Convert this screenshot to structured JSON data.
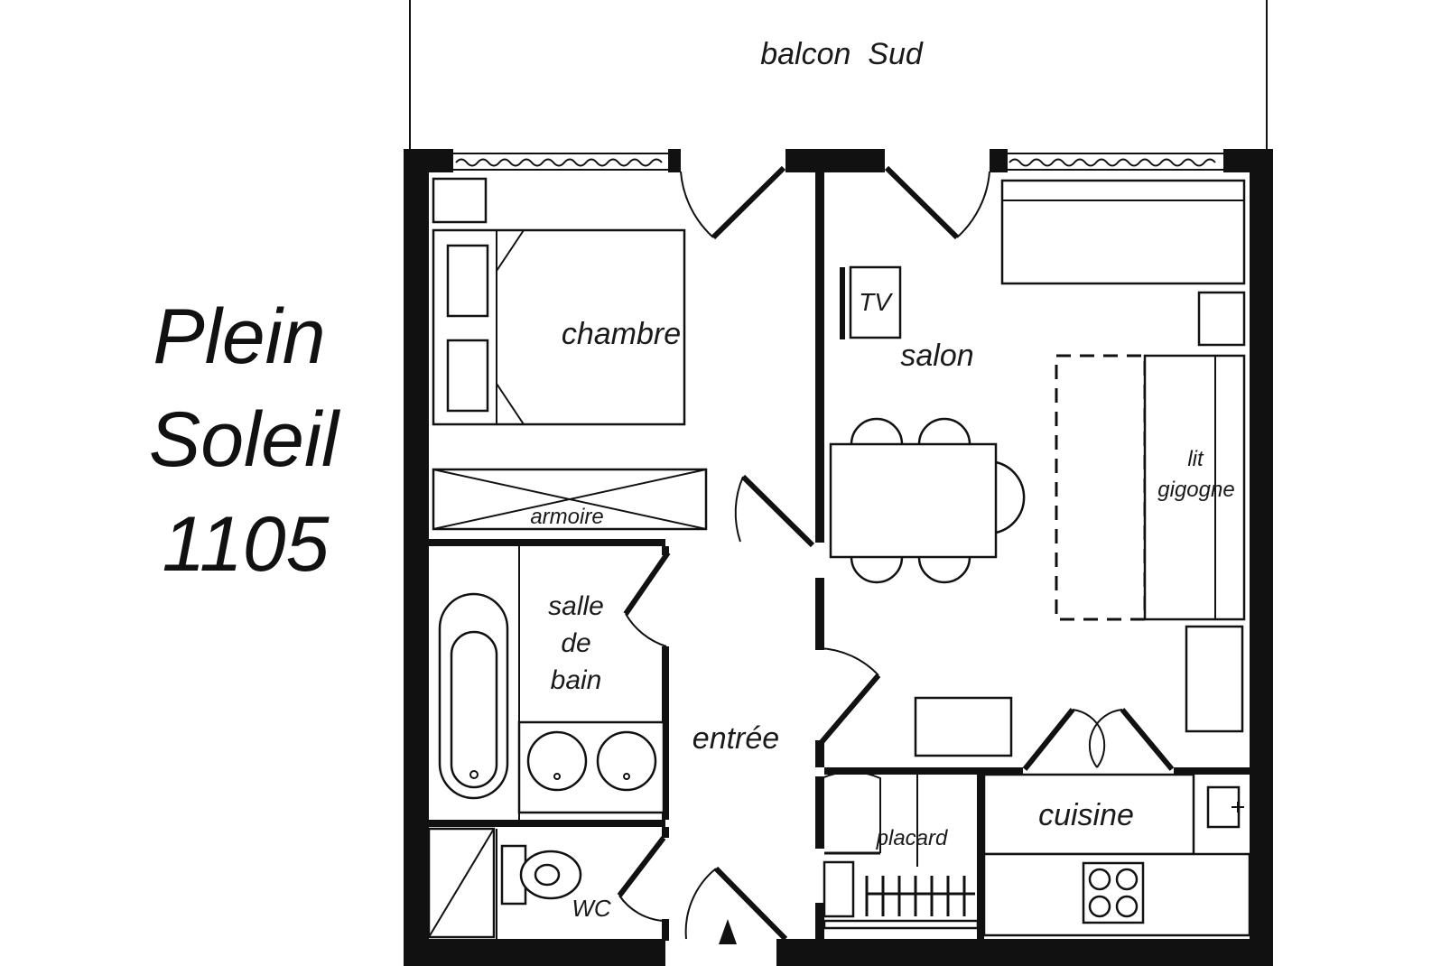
{
  "title": {
    "line1": "Plein",
    "line2": "Soleil",
    "line3": "1105"
  },
  "rooms": {
    "balcony": "balcon  Sud",
    "bedroom": "chambre",
    "wardrobe": "armoire",
    "living": "salon",
    "tv": "TV",
    "bunk_line1": "lit",
    "bunk_line2": "gigogne",
    "bath_line1": "salle",
    "bath_line2": "de",
    "bath_line3": "bain",
    "entry": "entrée",
    "closet": "placard",
    "kitchen": "cuisine",
    "wc": "WC"
  }
}
